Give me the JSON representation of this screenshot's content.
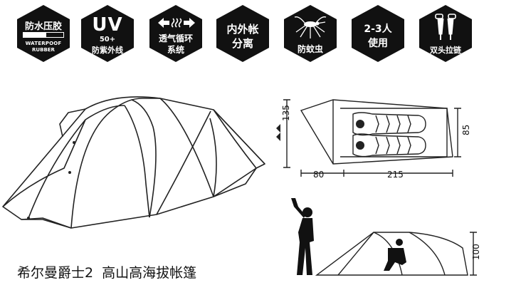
{
  "badges": [
    {
      "id": "waterproof",
      "line1": "防水压胶",
      "line2": "WATERPOOF",
      "line3": "RUBBER"
    },
    {
      "id": "uv",
      "line1": "UV",
      "line2": "50+",
      "line3": "防紫外线"
    },
    {
      "id": "vent",
      "line1": "透气循环",
      "line2": "系统",
      "icon": "air-flow-arrows-icon"
    },
    {
      "id": "double-layer",
      "line1": "内外帐",
      "line2": "分离"
    },
    {
      "id": "mosquito",
      "line1": "防蚊虫",
      "icon": "mosquito-icon"
    },
    {
      "id": "capacity",
      "line1": "2-3人",
      "line2": "使用"
    },
    {
      "id": "zipper",
      "line1": "双头拉链",
      "icon": "double-zipper-icon"
    }
  ],
  "dimensions": {
    "width_label": "135",
    "inner_width_label": "85",
    "vestibule_label": "80",
    "length_label": "215",
    "height_label": "100"
  },
  "caption": "希尔曼爵士2  高山高海拔帐篷",
  "colors": {
    "badge_fill": "#111111",
    "line": "#222222"
  }
}
